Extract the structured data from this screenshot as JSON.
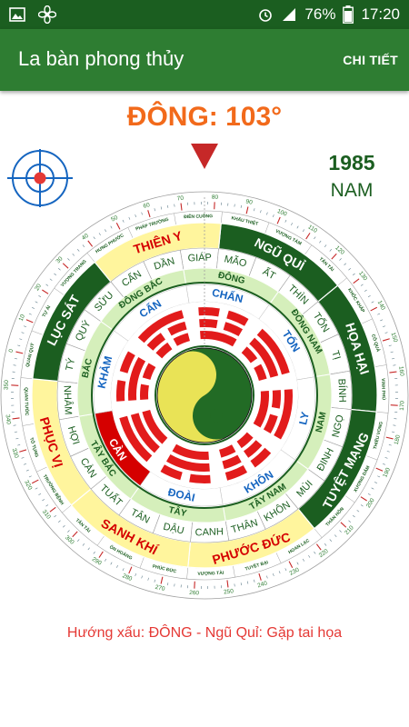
{
  "status": {
    "left_icons": [
      "image-icon",
      "fan-icon"
    ],
    "right_icons": [
      "alarm-icon",
      "signal-icon",
      "battery-icon"
    ],
    "battery": "76%",
    "time": "17:20"
  },
  "appbar": {
    "title": "La bàn phong thủy",
    "action": "CHI TIẾT"
  },
  "heading": "ĐÔNG: 103°",
  "profile": {
    "year": "1985",
    "gender": "NAM"
  },
  "compass": {
    "outer_labels": [
      "HƯNG PHƯỚC",
      "PHÁP TRƯỜNG",
      "ĐIÊN CUỒNG",
      "KHẨU THIỆT",
      "VƯỢNG TÀM",
      "TẤN TÀI",
      "KHỐC KHẤP",
      "CÔ QUẢ",
      "VINH PHÚ",
      "THIẾU VONG",
      "XƯƠNG DÂM",
      "THÂN HÔN",
      "HOAN LẠC",
      "TUYỆT BẠI",
      "VƯỢNG TÀI",
      "PHÚC ĐỨC",
      "ÔN HOÀNG",
      "TẤN TÀI",
      "TRƯỜNG BỆNH",
      "TỐ TỤNG",
      "QUAN TƯỚC",
      "QUAN QUÝ",
      "TỰ ÁI",
      "VƯỢNG TRANG"
    ],
    "degree_labels": [
      "0",
      "10",
      "20",
      "30",
      "40",
      "50",
      "60",
      "70",
      "80",
      "90",
      "100",
      "110",
      "120",
      "130",
      "140",
      "150",
      "160",
      "170",
      "180",
      "190",
      "200",
      "210",
      "220",
      "230",
      "240",
      "250",
      "260",
      "270",
      "280",
      "290",
      "300",
      "310",
      "320",
      "330",
      "340",
      "350"
    ],
    "stars": [
      {
        "name": "NGŨ QUỈ",
        "good": false
      },
      {
        "name": "HỌA HẠI",
        "good": false
      },
      {
        "name": "TUYỆT MẠNG",
        "good": false
      },
      {
        "name": "PHƯỚC ĐỨC",
        "good": true
      },
      {
        "name": "SANH KHÍ",
        "good": true
      },
      {
        "name": "PHỤC VỊ",
        "good": true
      },
      {
        "name": "LỤC SÁT",
        "good": false
      },
      {
        "name": "THIÊN Y",
        "good": true
      }
    ],
    "mountains": [
      "GIÁP",
      "MÃO",
      "ẤT",
      "THÌN",
      "TỐN",
      "TỊ",
      "BÍNH",
      "NGỌ",
      "ĐINH",
      "MÙI",
      "KHÔN",
      "THÂN",
      "CANH",
      "DẬU",
      "TÂN",
      "TUẤT",
      "CÀN",
      "HỢI",
      "NHÂM",
      "TÝ",
      "QUÝ",
      "SỬU",
      "CẤN",
      "DẦN"
    ],
    "directions": [
      "ĐÔNG",
      "ĐÔNG NAM",
      "NAM",
      "TÂY NAM",
      "TÂY",
      "TÂY BẮC",
      "BẮC",
      "ĐÔNG BẮC"
    ],
    "trigrams": [
      "CHẤN",
      "TỐN",
      "LY",
      "KHÔN",
      "ĐOÀI",
      "CÀN",
      "KHẢM",
      "CẤN"
    ],
    "colors": {
      "dark_green": "#1b5e20",
      "light_green": "#d5efbb",
      "yellow": "#fff59d",
      "red": "#d50000",
      "trigram_red": "#e21b1b",
      "yin_yang_yellow": "#e9e356",
      "yin_yang_green": "#226b25"
    }
  },
  "message": "Hướng xấu: ĐÔNG - Ngũ Quỉ: Gặp tai họa"
}
